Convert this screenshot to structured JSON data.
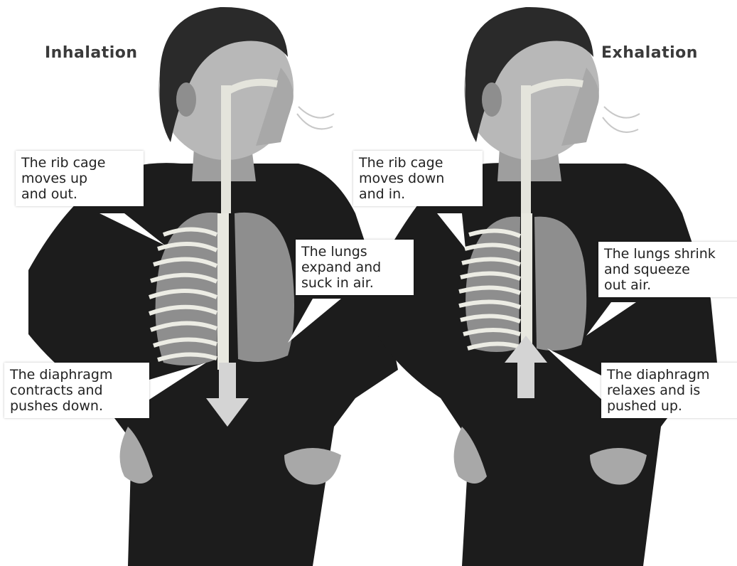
{
  "colors": {
    "shirt": "#1c1c1c",
    "skin": "#b8b8b8",
    "hair": "#2a2a2a",
    "bone": "#e8e8e0",
    "lung": "#9a9a9a",
    "callout_bg": "#ffffff",
    "heading": "#3a3a3a"
  },
  "panels": {
    "inhalation": {
      "heading": "Inhalation",
      "rib_cage": [
        "The rib cage",
        "moves up",
        "and out."
      ],
      "lungs": [
        "The lungs",
        "expand and",
        "suck in air."
      ],
      "diaphragm": [
        "The diaphragm",
        "contracts and",
        "pushes down."
      ],
      "arrow_direction": "down"
    },
    "exhalation": {
      "heading": "Exhalation",
      "rib_cage": [
        "The rib cage",
        "moves down",
        "and in."
      ],
      "lungs": [
        "The lungs shrink",
        "and squeeze",
        "out air."
      ],
      "diaphragm": [
        "The diaphragm",
        "relaxes and is",
        "pushed up."
      ],
      "arrow_direction": "up"
    }
  }
}
